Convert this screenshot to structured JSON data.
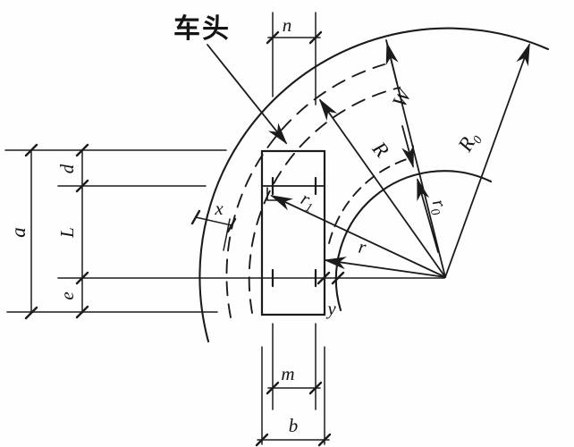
{
  "figure": {
    "kind": "vehicle-turning-path-diagram",
    "vehicle_front_label": "车头"
  },
  "dimensions": {
    "vehicle_length": "a",
    "front_overhang": "d",
    "wheelbase": "L",
    "rear_overhang": "e",
    "front_track": "n",
    "rear_track": "m",
    "vehicle_width": "b",
    "outer_clearance": "x",
    "inner_clearance": "y"
  },
  "radii": {
    "outer_corner_radius": {
      "symbol": "R",
      "sub": "0"
    },
    "outer_wheel_radius": {
      "symbol": "R",
      "sub": ""
    },
    "swept_path_width": {
      "symbol": "W",
      "sub": ""
    },
    "inner_corner_radius": {
      "symbol": "r",
      "sub": "0"
    },
    "inner_wheel_radius": {
      "symbol": "r",
      "sub": ""
    },
    "front_inner_wheel_radius": {
      "symbol": "r",
      "sub": "1"
    }
  },
  "colors": {
    "ink": "#1b1b1b",
    "background": "#fefefe"
  }
}
